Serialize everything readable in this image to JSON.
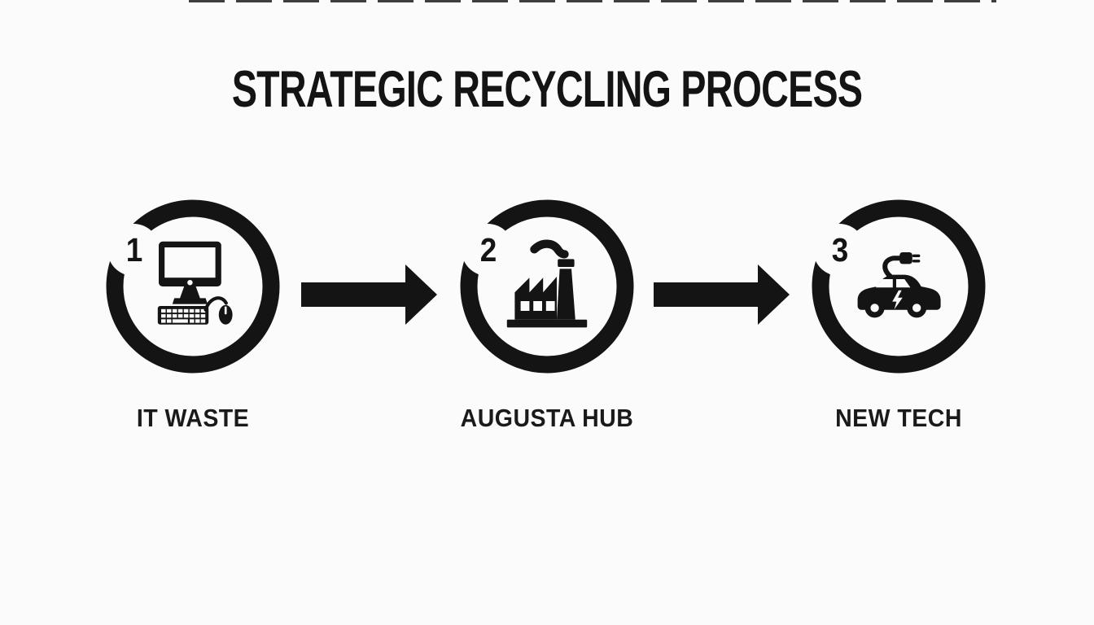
{
  "title": "STRATEGIC RECYCLING PROCESS",
  "colors": {
    "ink": "#141414",
    "background": "#fbfbfb"
  },
  "process": {
    "steps": [
      {
        "number": "1",
        "label": "IT WASTE",
        "icon": "desktop-computer-icon"
      },
      {
        "number": "2",
        "label": "AUGUSTA HUB",
        "icon": "factory-icon"
      },
      {
        "number": "3",
        "label": "NEW TECH",
        "icon": "electric-car-icon"
      }
    ],
    "connector_icon": "arrow-right-icon"
  }
}
